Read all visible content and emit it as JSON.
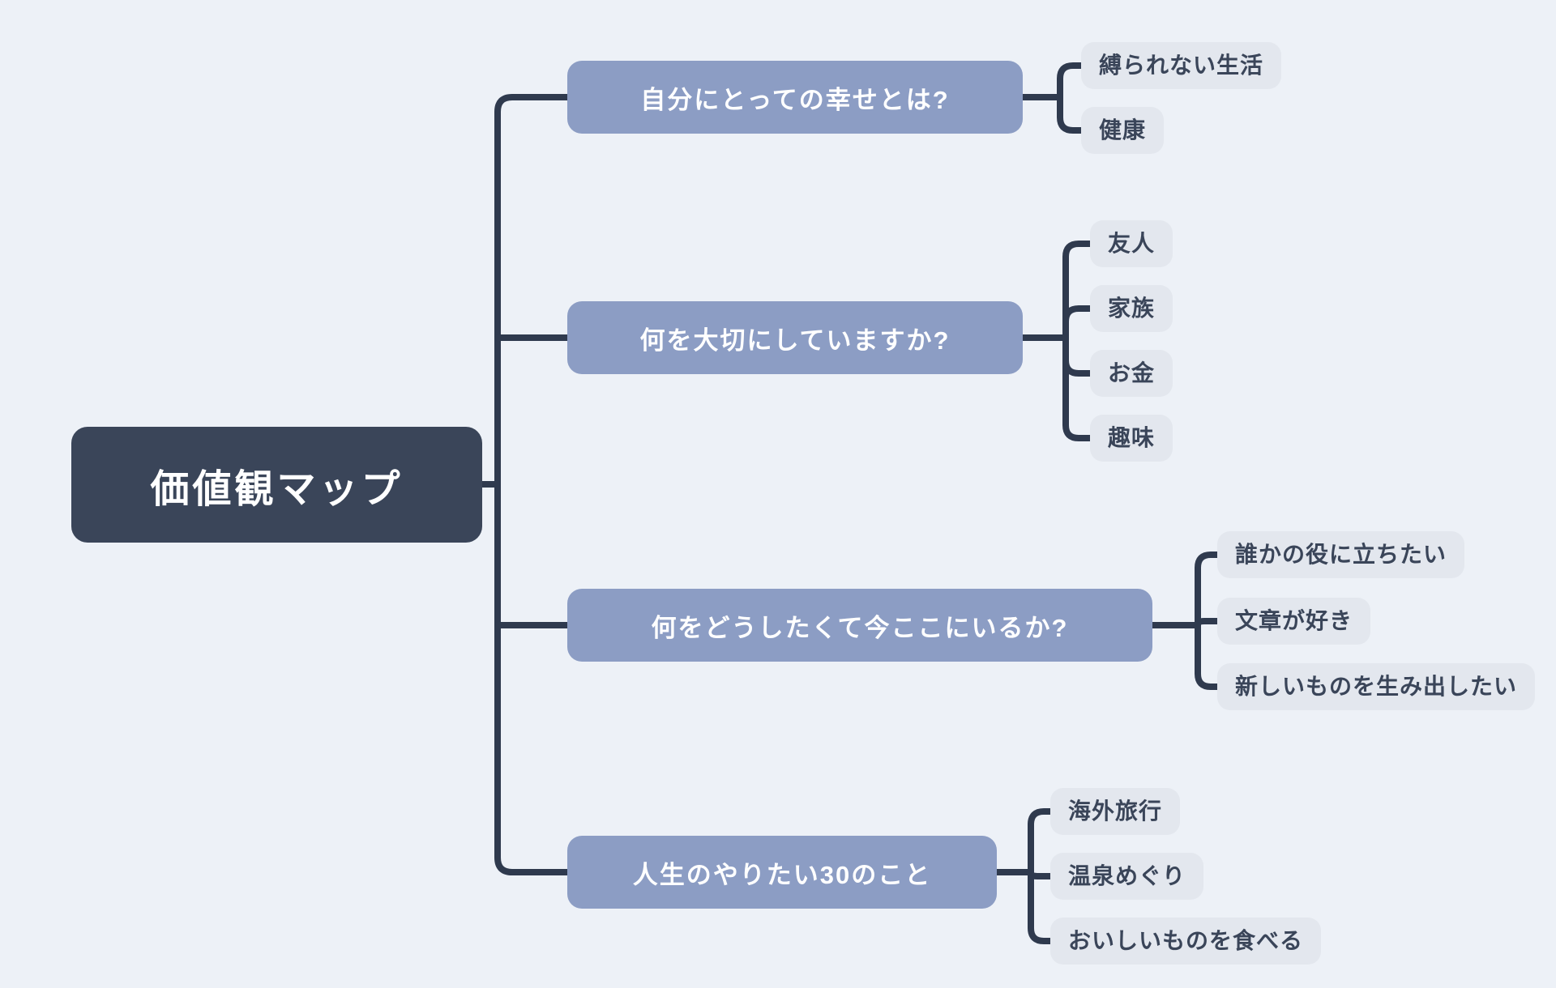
{
  "map": {
    "root": {
      "label": "価値観マップ"
    },
    "branches": [
      {
        "label": "自分にとっての幸せとは?",
        "children": [
          "縛られない生活",
          "健康"
        ]
      },
      {
        "label": "何を大切にしていますか?",
        "children": [
          "友人",
          "家族",
          "お金",
          "趣味"
        ]
      },
      {
        "label": "何をどうしたくて今ここにいるか?",
        "children": [
          "誰かの役に立ちたい",
          "文章が好き",
          "新しいものを生み出したい"
        ]
      },
      {
        "label": "人生のやりたい30のこと",
        "children": [
          "海外旅行",
          "温泉めぐり",
          "おいしいものを食べる"
        ]
      }
    ],
    "colors": {
      "background": "#EDF1F7",
      "root_fill": "#3A4559",
      "branch_fill": "#8C9DC4",
      "leaf_fill": "#E3E7EE",
      "connector": "#2F3A4E",
      "root_text": "#FFFFFF",
      "branch_text": "#FFFFFF",
      "leaf_text": "#3A4559"
    }
  }
}
